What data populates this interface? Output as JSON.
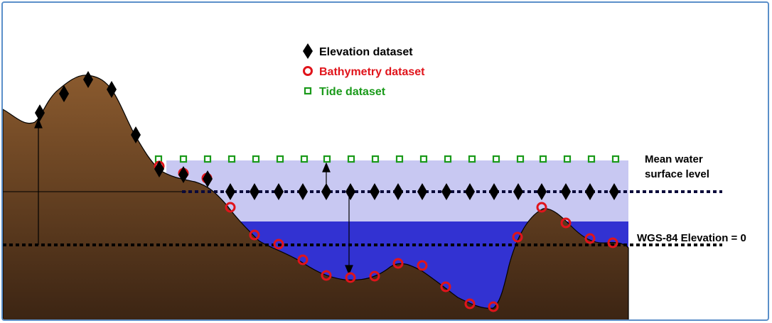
{
  "legend": {
    "elevation": {
      "label": "Elevation dataset",
      "color": "#000000",
      "icon": "diamond-icon"
    },
    "bathymetry": {
      "label": "Bathymetry dataset",
      "color": "#e0141b",
      "icon": "ring-icon"
    },
    "tide": {
      "label": "Tide dataset",
      "color": "#1a9a1a",
      "icon": "square-icon"
    }
  },
  "labels": {
    "mean_water_line1": "Mean water",
    "mean_water_line2": "surface level",
    "wgs84": "WGS-84 Elevation = 0"
  },
  "colors": {
    "terrain_top": "#8a5a2e",
    "terrain_bottom": "#3b2413",
    "water_light": "#c8c8f2",
    "water_deep": "#3232d2",
    "reference_line": "#0a0a3a",
    "frame": "#5b8fc9"
  }
}
